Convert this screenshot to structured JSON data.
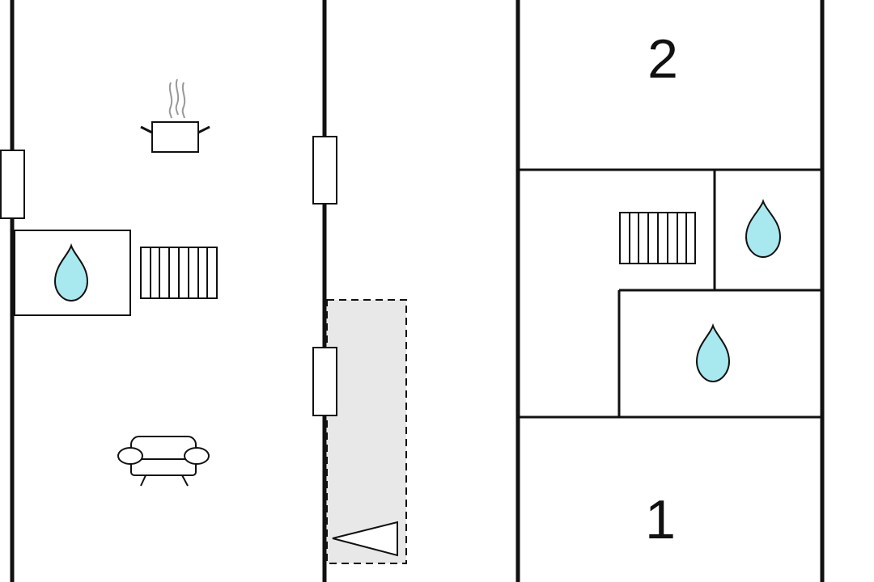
{
  "floorplan": {
    "rooms": [
      {
        "id": "bedroom-2",
        "label": "2"
      },
      {
        "id": "bedroom-1",
        "label": "1"
      }
    ],
    "icons": {
      "kitchen": "cooking-pot-icon",
      "water": "water-drop-icon",
      "radiator": "radiator-icon",
      "living": "armchair-icon",
      "entrance": "entrance-arrow-icon"
    },
    "colors": {
      "wall": "#111111",
      "water": "#a8e8ef",
      "terrace": "#e8e8e8",
      "steam": "#999999"
    }
  }
}
